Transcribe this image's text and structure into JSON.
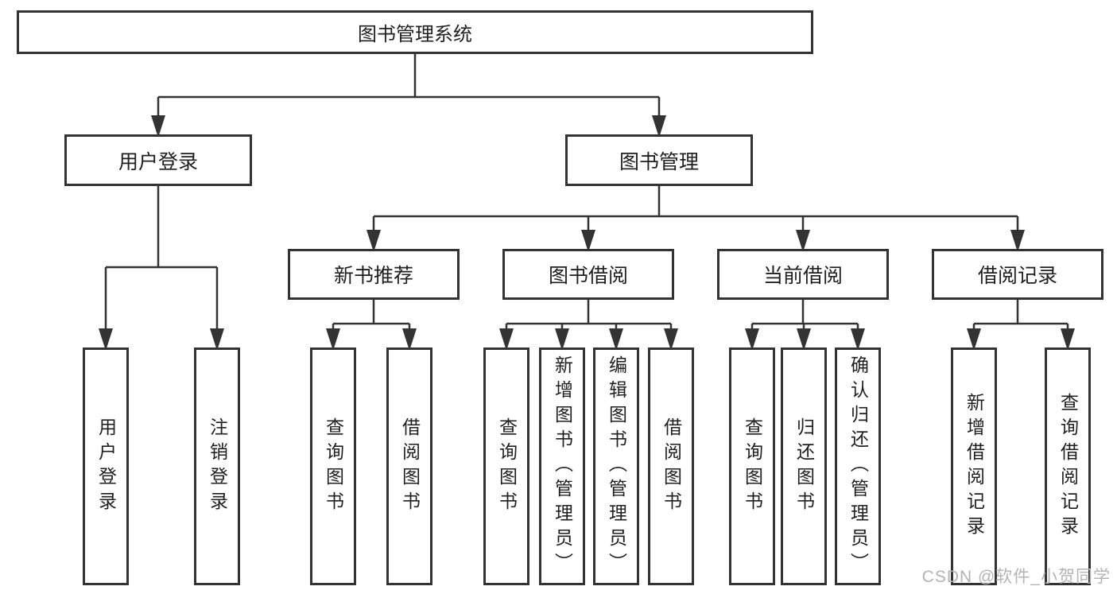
{
  "tree": {
    "label": "图书管理系统",
    "children": [
      {
        "label": "用户登录",
        "children": [
          {
            "label": "用户登录"
          },
          {
            "label": "注销登录"
          }
        ]
      },
      {
        "label": "图书管理",
        "children": [
          {
            "label": "新书推荐",
            "children": [
              {
                "label": "查询图书"
              },
              {
                "label": "借阅图书"
              }
            ]
          },
          {
            "label": "图书借阅",
            "children": [
              {
                "label": "查询图书"
              },
              {
                "label": "新增图书（管理员）"
              },
              {
                "label": "编辑图书（管理员）"
              },
              {
                "label": "借阅图书"
              }
            ]
          },
          {
            "label": "当前借阅",
            "children": [
              {
                "label": "查询图书"
              },
              {
                "label": "归还图书"
              },
              {
                "label": "确认归还（管理员）"
              }
            ]
          },
          {
            "label": "借阅记录",
            "children": [
              {
                "label": "新增借阅记录"
              },
              {
                "label": "查询借阅记录"
              }
            ]
          }
        ]
      }
    ]
  },
  "watermark": "CSDN @软件_小贺同学",
  "colors": {
    "line": "#333333",
    "text": "#1f1f1f",
    "watermark": "#b4b4b4",
    "background": "#ffffff"
  }
}
